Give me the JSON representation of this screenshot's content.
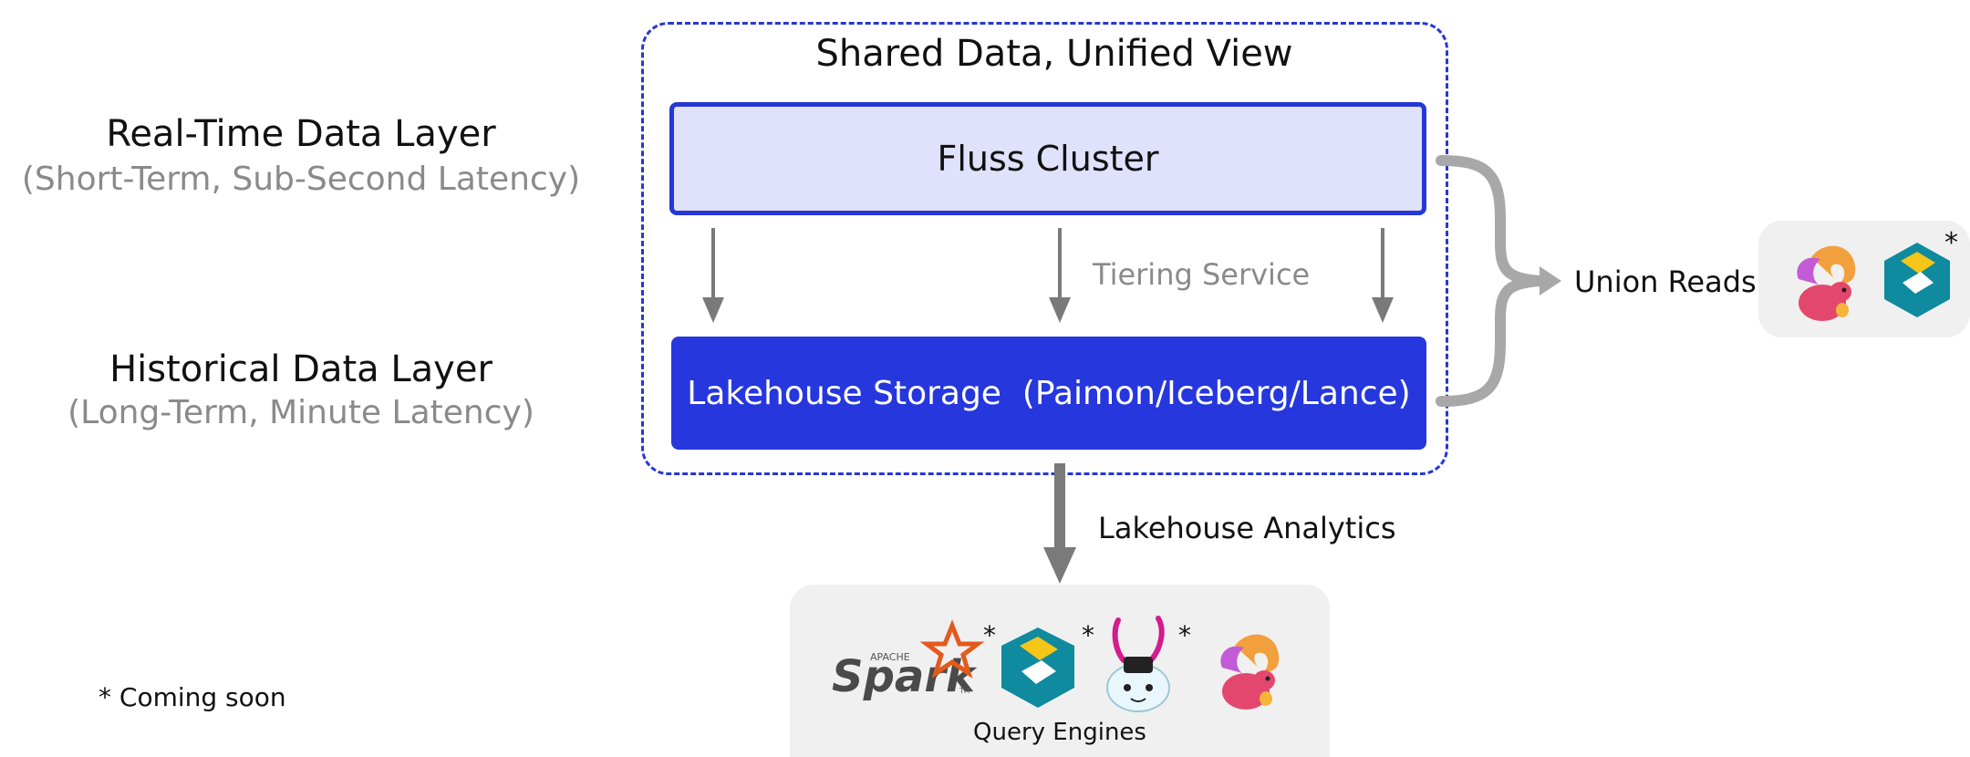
{
  "layers": {
    "realtime": {
      "title": "Real-Time Data Layer",
      "subtitle": "(Short-Term, Sub-Second Latency)"
    },
    "historical": {
      "title": "Historical Data Layer",
      "subtitle": "(Long-Term, Minute Latency)"
    }
  },
  "shared": {
    "title": "Shared Data, Unified View"
  },
  "fluss": {
    "label": "Fluss Cluster"
  },
  "lakehouse": {
    "label": "Lakehouse Storage  (Paimon/Iceberg/Lance)"
  },
  "tiering": {
    "label": "Tiering Service"
  },
  "union": {
    "label": "Union Reads",
    "engines": [
      "fluss-squirrel-icon",
      "starrocks-icon"
    ]
  },
  "analytics": {
    "label": "Lakehouse Analytics"
  },
  "query_engines": {
    "label": "Query Engines",
    "engines": [
      "spark-logo",
      "starrocks-icon",
      "rabbit-icon",
      "fluss-squirrel-icon"
    ],
    "spark_small": "APACHE",
    "spark_word": "Spark",
    "tm": "TM"
  },
  "footnote": {
    "text": "* Coming soon",
    "marker": "*"
  },
  "colors": {
    "accent": "#2637d6",
    "arrow": "#7a7a7a",
    "brace": "#a8a8a8",
    "panel": "#f0f0f0"
  }
}
